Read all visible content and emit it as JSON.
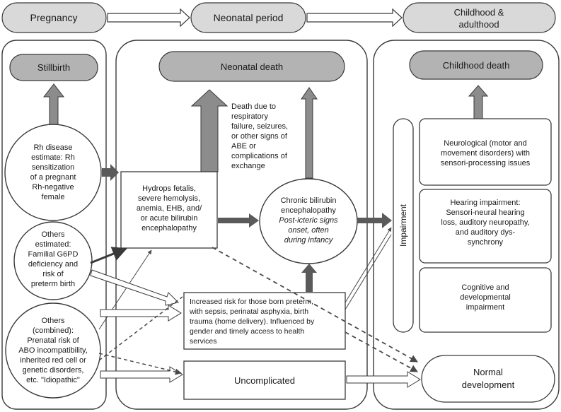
{
  "stages": {
    "pregnancy": "Pregnancy",
    "neonatal": "Neonatal period",
    "childhood": [
      "Childhood &",
      "adulthood"
    ]
  },
  "outcomes": {
    "stillbirth": "Stillbirth",
    "neonatal_death": "Neonatal death",
    "childhood_death": "Childhood death",
    "normal_development": [
      "Normal",
      "development"
    ]
  },
  "pregnancy_column": {
    "rh_disease": [
      "Rh disease",
      "estimate: Rh",
      "sensitization",
      "of a pregnant",
      "Rh-negative",
      "female"
    ],
    "others_estimated": [
      "Others",
      "estimated:",
      "Familial G6PD",
      "deficiency and",
      "risk of",
      "preterm birth"
    ],
    "others_combined": [
      "Others",
      "(combined):",
      "Prenatal risk of",
      "ABO incompatibility,",
      "inherited red cell or",
      "genetic disorders,",
      "etc. \"Idiopathic\""
    ]
  },
  "neonatal_column": {
    "hydrops": [
      "Hydrops fetalis,",
      "severe hemolysis,",
      "anemia, EHB, and/",
      "or acute bilirubin",
      "encephalopathy"
    ],
    "death_causes": [
      "Death due to",
      "respiratory",
      "failure, seizures,",
      "or other signs of",
      "ABE or",
      "complications of",
      "exchange"
    ],
    "chronic_be": [
      "Chronic bilirubin",
      "encephalopathy",
      "Post-icteric signs",
      "onset, often",
      "during infancy"
    ],
    "increased_risk": [
      "Increased risk for those born preterm,",
      "with sepsis, perinatal asphyxia, birth",
      "trauma (home delivery). Influenced by",
      "gender and timely access to health",
      "services"
    ],
    "uncomplicated": "Uncomplicated"
  },
  "childhood_column": {
    "impairment": "Impairment",
    "neurological": [
      "Neurological (motor and",
      "movement disorders) with",
      "sensori-processing issues"
    ],
    "hearing": [
      "Hearing impairment:",
      "Sensori-neural hearing",
      "loss, auditory neuropathy,",
      "and auditory dys-",
      "synchrony"
    ],
    "cognitive": [
      "Cognitive and",
      "developmental",
      "impairment"
    ]
  },
  "colors": {
    "stage_fill": "#d9d9d9",
    "outcome_fill": "#b3b3b3",
    "arrow_dark": "#5a5a5a",
    "arrow_mid": "#8c8c8c",
    "stroke": "#3a3a3a"
  }
}
